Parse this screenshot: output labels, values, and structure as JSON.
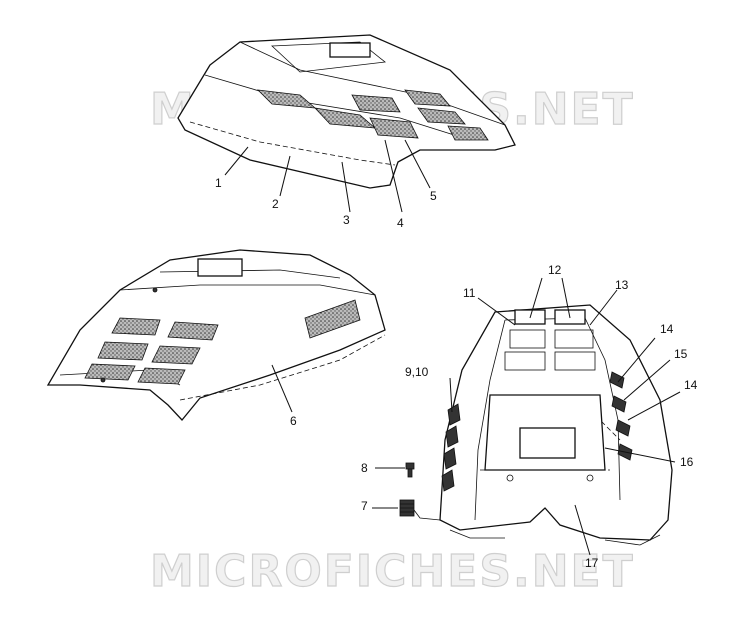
{
  "watermark": {
    "text": "MICROFICHES.NET"
  },
  "callouts": {
    "c1": "1",
    "c2": "2",
    "c3": "3",
    "c4": "4",
    "c5": "5",
    "c6": "6",
    "c7": "7",
    "c8": "8",
    "c9_10": "9,10",
    "c11": "11",
    "c12": "12",
    "c13": "13",
    "c14a": "14",
    "c14b": "14",
    "c15": "15",
    "c16": "16",
    "c17": "17"
  }
}
